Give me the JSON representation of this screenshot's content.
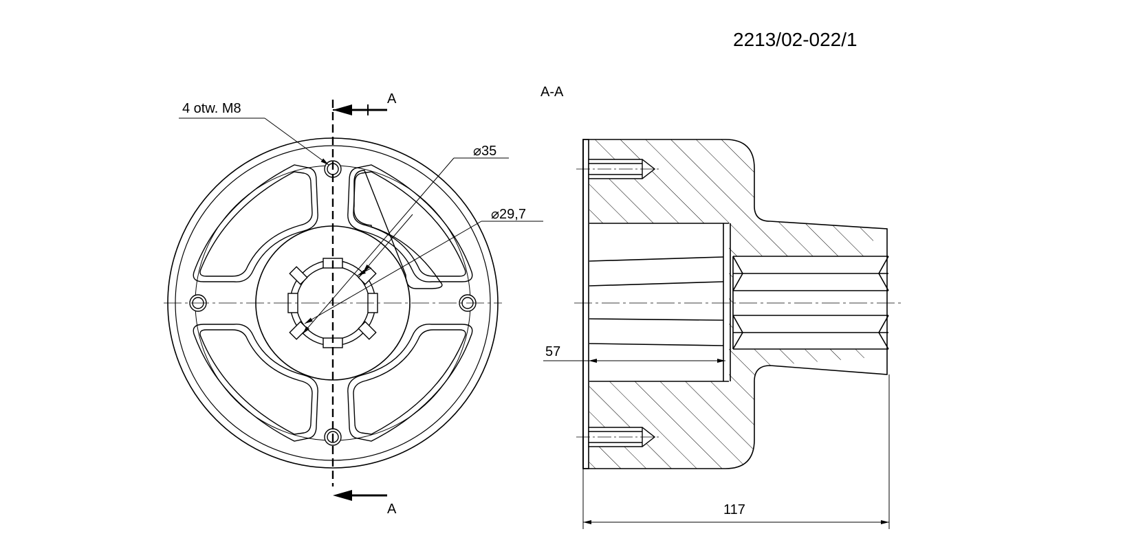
{
  "drawing_number": "2213/02-022/1",
  "section_title": "A-A",
  "section_mark_top": "A",
  "section_mark_bottom": "A",
  "hole_note": "4 otw. M8",
  "dim_diameter_35": "35",
  "dim_diameter_29_7": "29,7",
  "dim_57": "57",
  "dim_117": "117",
  "colors": {
    "line": "#000000",
    "background": "#ffffff"
  }
}
